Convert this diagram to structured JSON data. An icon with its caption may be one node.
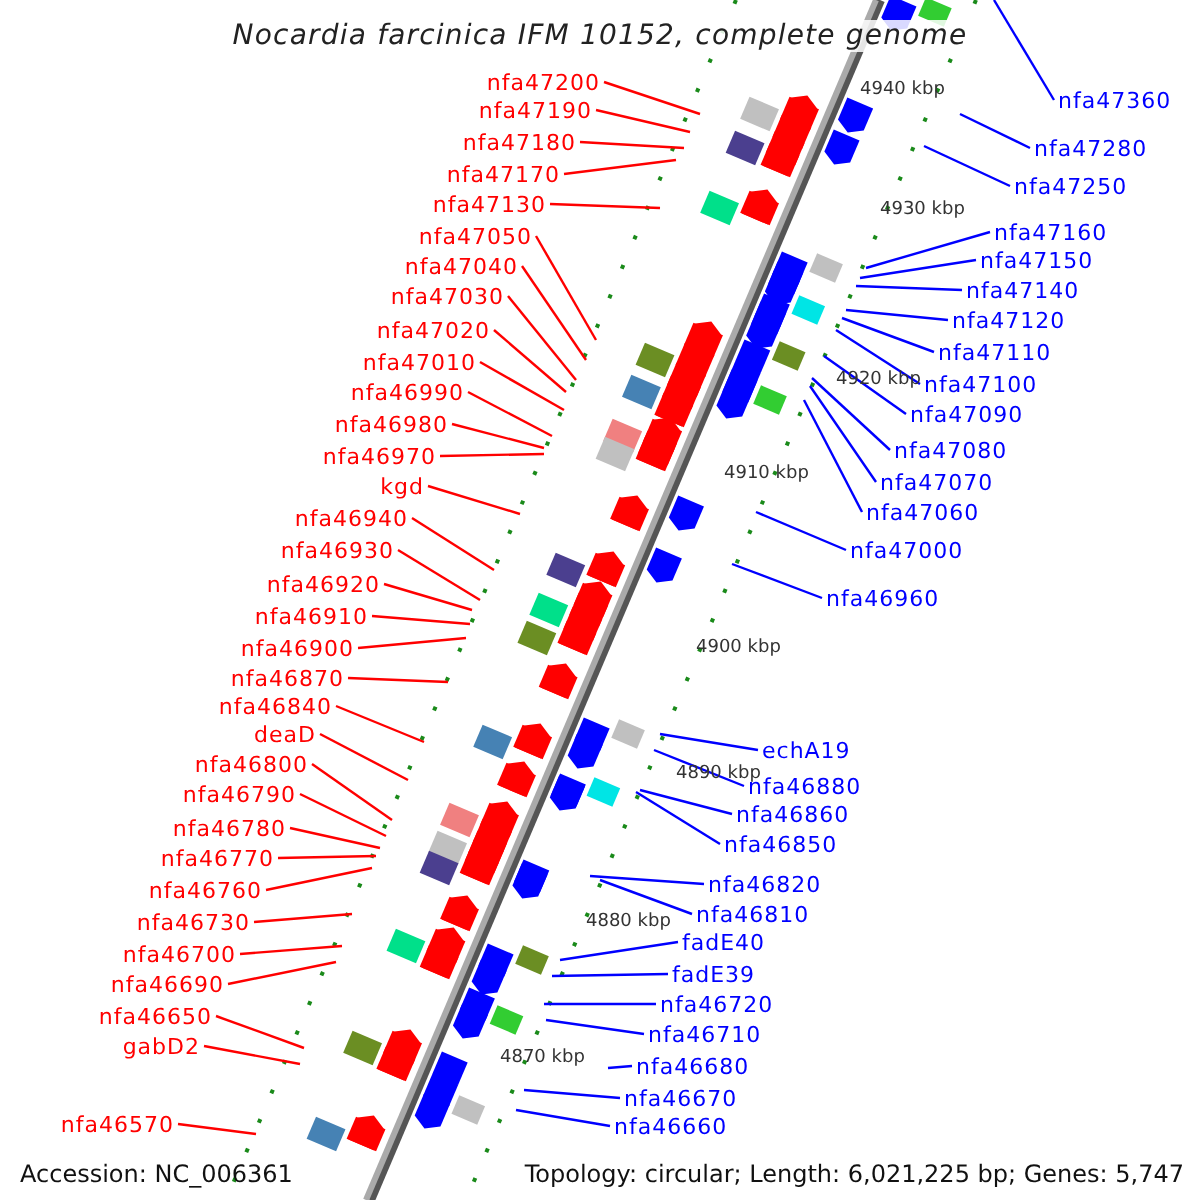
{
  "diagram": {
    "title": "Nocardia farcinica IFM 10152, complete genome",
    "nodes": [
      {
        "text": [
          "nfa47200"
        ]
      },
      {
        "text": [
          "nfa47190"
        ]
      },
      {
        "text": [
          "nfa47180"
        ]
      },
      {
        "text": [
          "nfa47170"
        ]
      },
      {
        "text": [
          "nfa47130"
        ]
      },
      {
        "text": [
          "nfa47050"
        ]
      },
      {
        "text": [
          "nfa47040"
        ]
      },
      {
        "text": [
          "nfa47030"
        ]
      },
      {
        "text": [
          "nfa47020"
        ]
      },
      {
        "text": [
          "nfa47010"
        ]
      },
      {
        "text": [
          "nfa46990"
        ]
      },
      {
        "text": [
          "nfa46980"
        ]
      },
      {
        "text": [
          "nfa46970"
        ]
      },
      {
        "text": [
          "kgd"
        ]
      },
      {
        "text": [
          "nfa46940"
        ]
      },
      {
        "text": [
          "nfa46930"
        ]
      },
      {
        "text": [
          "nfa46920"
        ]
      },
      {
        "text": [
          "nfa46910"
        ]
      },
      {
        "text": [
          "nfa46900"
        ]
      },
      {
        "text": [
          "nfa46870"
        ]
      },
      {
        "text": [
          "nfa46840"
        ]
      },
      {
        "text": [
          "deaD"
        ]
      },
      {
        "text": [
          "nfa46800"
        ]
      },
      {
        "text": [
          "nfa46790"
        ]
      },
      {
        "text": [
          "nfa46780"
        ]
      },
      {
        "text": [
          "nfa46770"
        ]
      },
      {
        "text": [
          "nfa46760"
        ]
      },
      {
        "text": [
          "nfa46730"
        ]
      },
      {
        "text": [
          "nfa46700"
        ]
      },
      {
        "text": [
          "nfa46690"
        ]
      },
      {
        "text": [
          "nfa46650"
        ]
      },
      {
        "text": [
          "gabD2"
        ]
      },
      {
        "text": [
          "nfa46570"
        ]
      },
      {
        "text": [
          "nfa47360"
        ]
      },
      {
        "text": [
          "nfa47280"
        ]
      },
      {
        "text": [
          "nfa47250"
        ]
      },
      {
        "text": [
          "nfa47160"
        ]
      },
      {
        "text": [
          "nfa47150"
        ]
      },
      {
        "text": [
          "nfa47140"
        ]
      },
      {
        "text": [
          "nfa47120"
        ]
      },
      {
        "text": [
          "nfa47110"
        ]
      },
      {
        "text": [
          "nfa47100"
        ]
      },
      {
        "text": [
          "nfa47090"
        ]
      },
      {
        "text": [
          "nfa47080"
        ]
      },
      {
        "text": [
          "nfa47070"
        ]
      },
      {
        "text": [
          "nfa47060"
        ]
      },
      {
        "text": [
          "nfa47000"
        ]
      },
      {
        "text": [
          "nfa46960"
        ]
      },
      {
        "text": [
          "echA19"
        ]
      },
      {
        "text": [
          "nfa46880"
        ]
      },
      {
        "text": [
          "nfa46860"
        ]
      },
      {
        "text": [
          "nfa46850"
        ]
      },
      {
        "text": [
          "nfa46820"
        ]
      },
      {
        "text": [
          "nfa46810"
        ]
      },
      {
        "text": [
          "fadE40"
        ]
      },
      {
        "text": [
          "fadE39"
        ]
      },
      {
        "text": [
          "nfa46720"
        ]
      },
      {
        "text": [
          "nfa46710"
        ]
      },
      {
        "text": [
          "nfa46680"
        ]
      },
      {
        "text": [
          "nfa46670"
        ]
      },
      {
        "text": [
          "nfa46660"
        ]
      }
    ],
    "edges": [
      {
        "from": 0,
        "to": null,
        "arrow": "none"
      },
      {
        "from": 1,
        "to": null,
        "arrow": "none"
      },
      {
        "from": 2,
        "to": null,
        "arrow": "none"
      },
      {
        "from": 3,
        "to": null,
        "arrow": "none"
      },
      {
        "from": 4,
        "to": null,
        "arrow": "none"
      },
      {
        "from": 5,
        "to": null,
        "arrow": "none"
      },
      {
        "from": 6,
        "to": null,
        "arrow": "none"
      },
      {
        "from": 7,
        "to": null,
        "arrow": "none"
      },
      {
        "from": 8,
        "to": null,
        "arrow": "none"
      },
      {
        "from": 9,
        "to": null,
        "arrow": "none"
      },
      {
        "from": 10,
        "to": null,
        "arrow": "none"
      },
      {
        "from": 11,
        "to": null,
        "arrow": "none"
      },
      {
        "from": 12,
        "to": null,
        "arrow": "none"
      },
      {
        "from": 13,
        "to": null,
        "arrow": "none"
      },
      {
        "from": 14,
        "to": null,
        "arrow": "none"
      },
      {
        "from": 15,
        "to": null,
        "arrow": "none"
      },
      {
        "from": 16,
        "to": null,
        "arrow": "none"
      },
      {
        "from": 17,
        "to": null,
        "arrow": "none"
      },
      {
        "from": 18,
        "to": null,
        "arrow": "none"
      },
      {
        "from": 19,
        "to": null,
        "arrow": "none"
      },
      {
        "from": 20,
        "to": null,
        "arrow": "none"
      },
      {
        "from": 21,
        "to": null,
        "arrow": "none"
      },
      {
        "from": 22,
        "to": null,
        "arrow": "none"
      },
      {
        "from": 23,
        "to": null,
        "arrow": "none"
      },
      {
        "from": 24,
        "to": null,
        "arrow": "none"
      },
      {
        "from": 25,
        "to": null,
        "arrow": "none"
      },
      {
        "from": 26,
        "to": null,
        "arrow": "none"
      },
      {
        "from": 27,
        "to": null,
        "arrow": "none"
      },
      {
        "from": 28,
        "to": null,
        "arrow": "none"
      },
      {
        "from": 29,
        "to": null,
        "arrow": "none"
      },
      {
        "from": 30,
        "to": null,
        "arrow": "none"
      },
      {
        "from": 31,
        "to": null,
        "arrow": "none"
      },
      {
        "from": 32,
        "to": null,
        "arrow": "none"
      },
      {
        "from": 33,
        "to": null,
        "arrow": "none",
        "color": "#0000ff"
      },
      {
        "from": 34,
        "to": null,
        "arrow": "none",
        "color": "#0000ff"
      },
      {
        "from": 35,
        "to": null,
        "arrow": "none",
        "color": "#0000ff"
      },
      {
        "from": 36,
        "to": null,
        "arrow": "none",
        "color": "#0000ff"
      },
      {
        "from": 37,
        "to": null,
        "arrow": "none",
        "color": "#0000ff"
      },
      {
        "from": 38,
        "to": null,
        "arrow": "none",
        "color": "#0000ff"
      },
      {
        "from": 39,
        "to": null,
        "arrow": "none",
        "color": "#0000ff"
      },
      {
        "from": 40,
        "to": null,
        "arrow": "none",
        "color": "#0000ff"
      },
      {
        "from": 41,
        "to": null,
        "arrow": "none",
        "color": "#0000ff"
      },
      {
        "from": 42,
        "to": null,
        "arrow": "none",
        "color": "#0000ff"
      },
      {
        "from": 43,
        "to": null,
        "arrow": "none",
        "color": "#0000ff"
      },
      {
        "from": 44,
        "to": null,
        "arrow": "none",
        "color": "#0000ff"
      },
      {
        "from": 45,
        "to": null,
        "arrow": "none",
        "color": "#0000ff"
      },
      {
        "from": 46,
        "to": null,
        "arrow": "none",
        "color": "#0000ff"
      },
      {
        "from": 47,
        "to": null,
        "arrow": "none",
        "color": "#0000ff"
      },
      {
        "from": 48,
        "to": null,
        "arrow": "none",
        "color": "#0000ff"
      },
      {
        "from": 49,
        "to": null,
        "arrow": "none",
        "color": "#0000ff"
      },
      {
        "from": 50,
        "to": null,
        "arrow": "none",
        "color": "#0000ff"
      },
      {
        "from": 51,
        "to": null,
        "arrow": "none",
        "color": "#0000ff"
      },
      {
        "from": 52,
        "to": null,
        "arrow": "none",
        "color": "#0000ff"
      },
      {
        "from": 53,
        "to": null,
        "arrow": "none",
        "color": "#0000ff"
      },
      {
        "from": 54,
        "to": null,
        "arrow": "none",
        "color": "#0000ff"
      },
      {
        "from": 55,
        "to": null,
        "arrow": "none",
        "color": "#0000ff"
      },
      {
        "from": 56,
        "to": null,
        "arrow": "none",
        "color": "#0000ff"
      },
      {
        "from": 57,
        "to": null,
        "arrow": "none",
        "color": "#0000ff"
      },
      {
        "from": 58,
        "to": null,
        "arrow": "none",
        "color": "#0000ff"
      },
      {
        "from": 59,
        "to": null,
        "arrow": "none",
        "color": "#0000ff"
      },
      {
        "from": 60,
        "to": null,
        "arrow": "none",
        "color": "#0000ff"
      }
    ],
    "labels": [
      "4940 kbp",
      "4930 kbp",
      "4920 kbp",
      "4910 kbp",
      "4900 kbp",
      "4890 kbp",
      "4880 kbp",
      "4870 kbp",
      "Accession: NC_006361",
      "Topology: circular; Length: 6,021,225 bp; Genes: 5,747"
    ]
  }
}
